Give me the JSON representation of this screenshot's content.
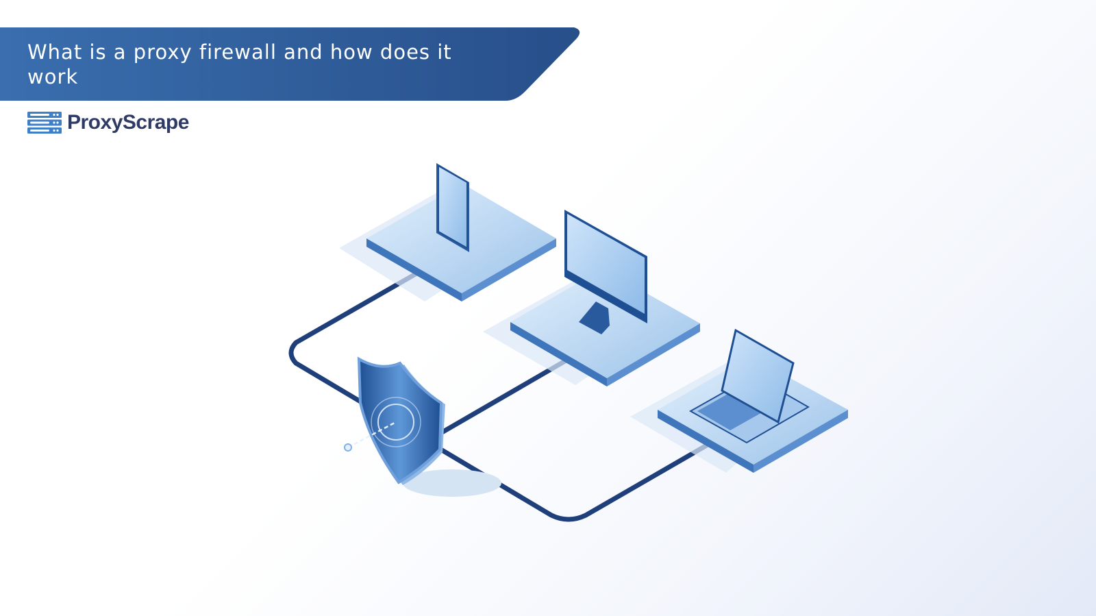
{
  "banner": {
    "title": "What is a proxy firewall and how does it work"
  },
  "logo": {
    "name": "ProxyScrape",
    "icon": "server-stack-icon"
  },
  "illustration": {
    "items": [
      "smartphone-icon",
      "desktop-monitor-icon",
      "laptop-icon",
      "shield-icon",
      "network-line"
    ]
  },
  "colors": {
    "banner_start": "#3a6eae",
    "banner_end": "#274f8a",
    "line": "#1f3f7a",
    "logo_text": "#2f3b66"
  }
}
